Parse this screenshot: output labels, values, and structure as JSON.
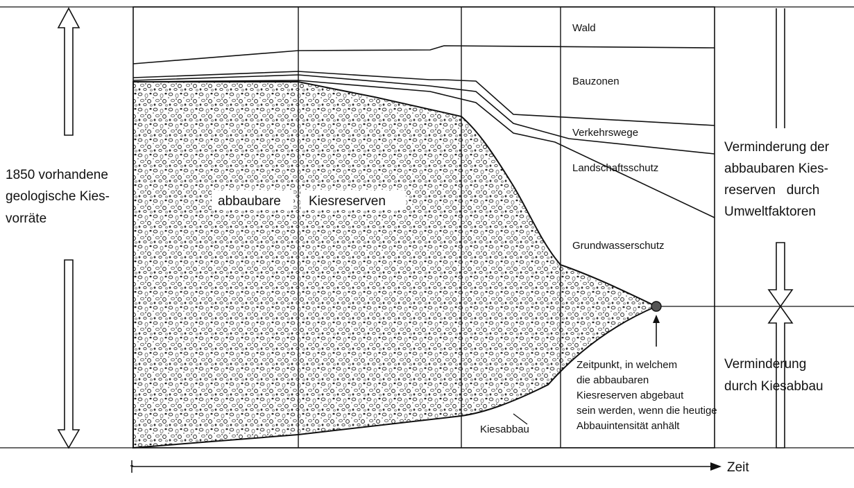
{
  "left_label": [
    "1850 vorhandene",
    "geologische Kies-",
    "vorräte"
  ],
  "area_label_left": "abbaubare",
  "area_label_right": "Kiesreserven",
  "zones": [
    "Wald",
    "Bauzonen",
    "Verkehrswege",
    "Landschaftsschutz",
    "Grundwasserschutz"
  ],
  "extraction_label": "Kiesabbau",
  "endpoint_note": [
    "Zeitpunkt, in welchem",
    "die abbaubaren",
    "Kiesreserven abgebaut",
    "sein werden, wenn die heutige",
    "Abbauintensität anhält"
  ],
  "right_upper_label": [
    "Verminderung der",
    "abbaubaren Kies-",
    "reserven   durch",
    "Umweltfaktoren"
  ],
  "right_lower_label": [
    "Verminderung",
    "durch Kiesabbau"
  ],
  "time_axis_label": "Zeit"
}
